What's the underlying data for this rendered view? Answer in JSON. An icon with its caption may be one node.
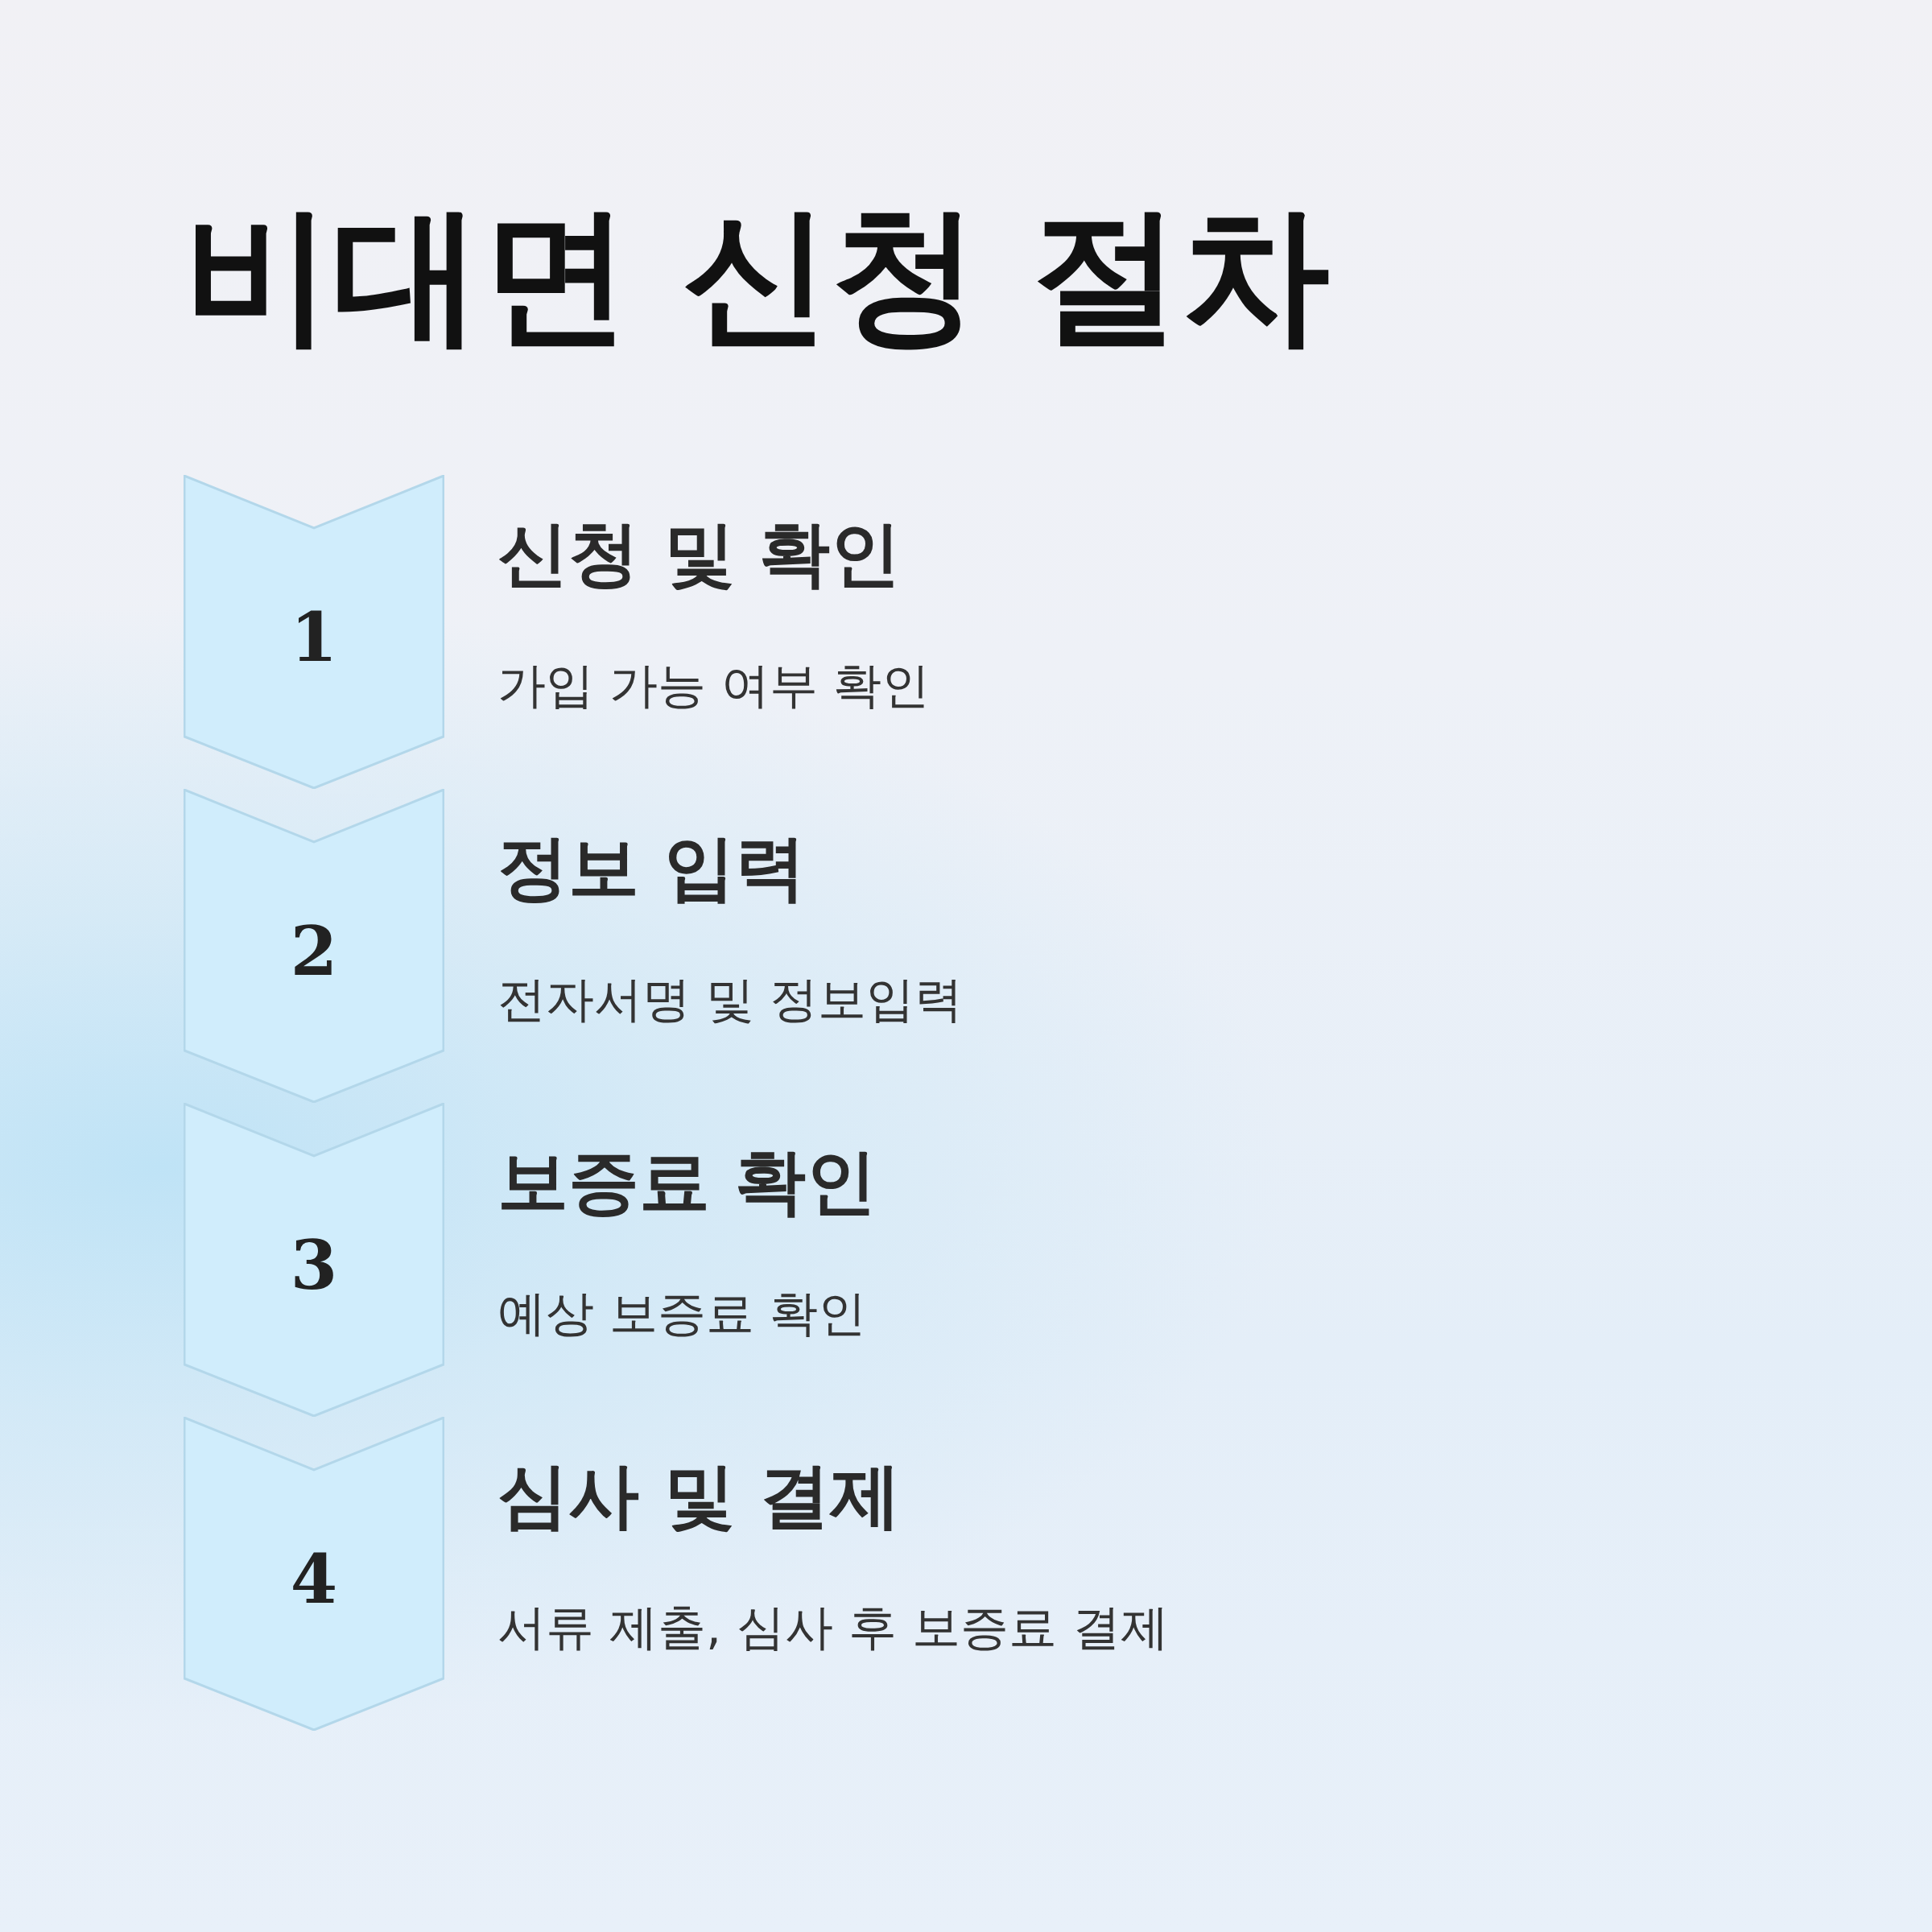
{
  "diagram": {
    "title": "비대면 신청 절차",
    "nodes": [
      {
        "text": [
          "1"
        ],
        "beside": [
          "신청 및 확인",
          "가입 가능 여부 확인"
        ]
      },
      {
        "text": [
          "2"
        ],
        "beside": [
          "정보 입력",
          "전자서명 및 정보입력"
        ]
      },
      {
        "text": [
          "3"
        ],
        "beside": [
          "보증료 확인",
          "예상 보증료 확인"
        ]
      },
      {
        "text": [
          "4"
        ],
        "beside": [
          "심사 및 결제",
          "서류 제출, 심사 후 보증료 결제"
        ]
      }
    ]
  }
}
